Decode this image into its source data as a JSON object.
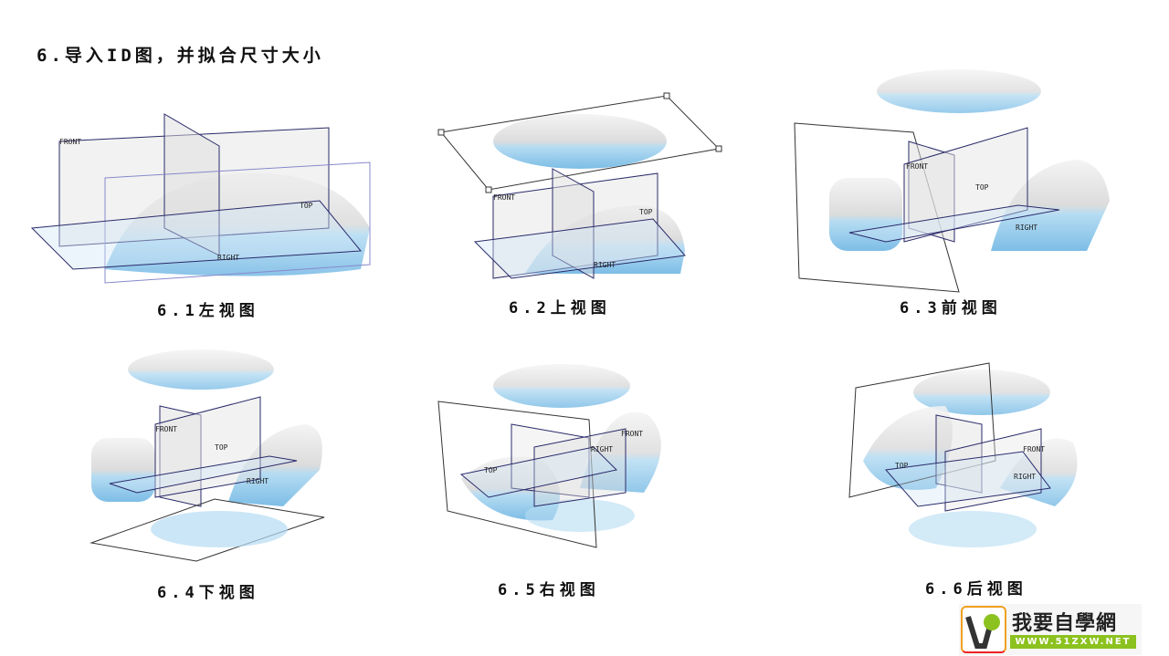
{
  "title": "6.导入ID图，并拟合尺寸大小",
  "views": [
    {
      "caption": "6.1左视图"
    },
    {
      "caption": "6.2上视图"
    },
    {
      "caption": "6.3前视图"
    },
    {
      "caption": "6.4下视图"
    },
    {
      "caption": "6.5右视图"
    },
    {
      "caption": "6.6后视图"
    }
  ],
  "datum_labels": {
    "front": "FRONT",
    "top": "TOP",
    "right": "RIGHT"
  },
  "logo": {
    "name": "我要自學網",
    "url": "WWW.51ZXW.NET"
  },
  "colors": {
    "plane_edge": "#2a2a6a",
    "mouse_blue": "#a8d4ef",
    "logo_green": "#8cc21f"
  }
}
